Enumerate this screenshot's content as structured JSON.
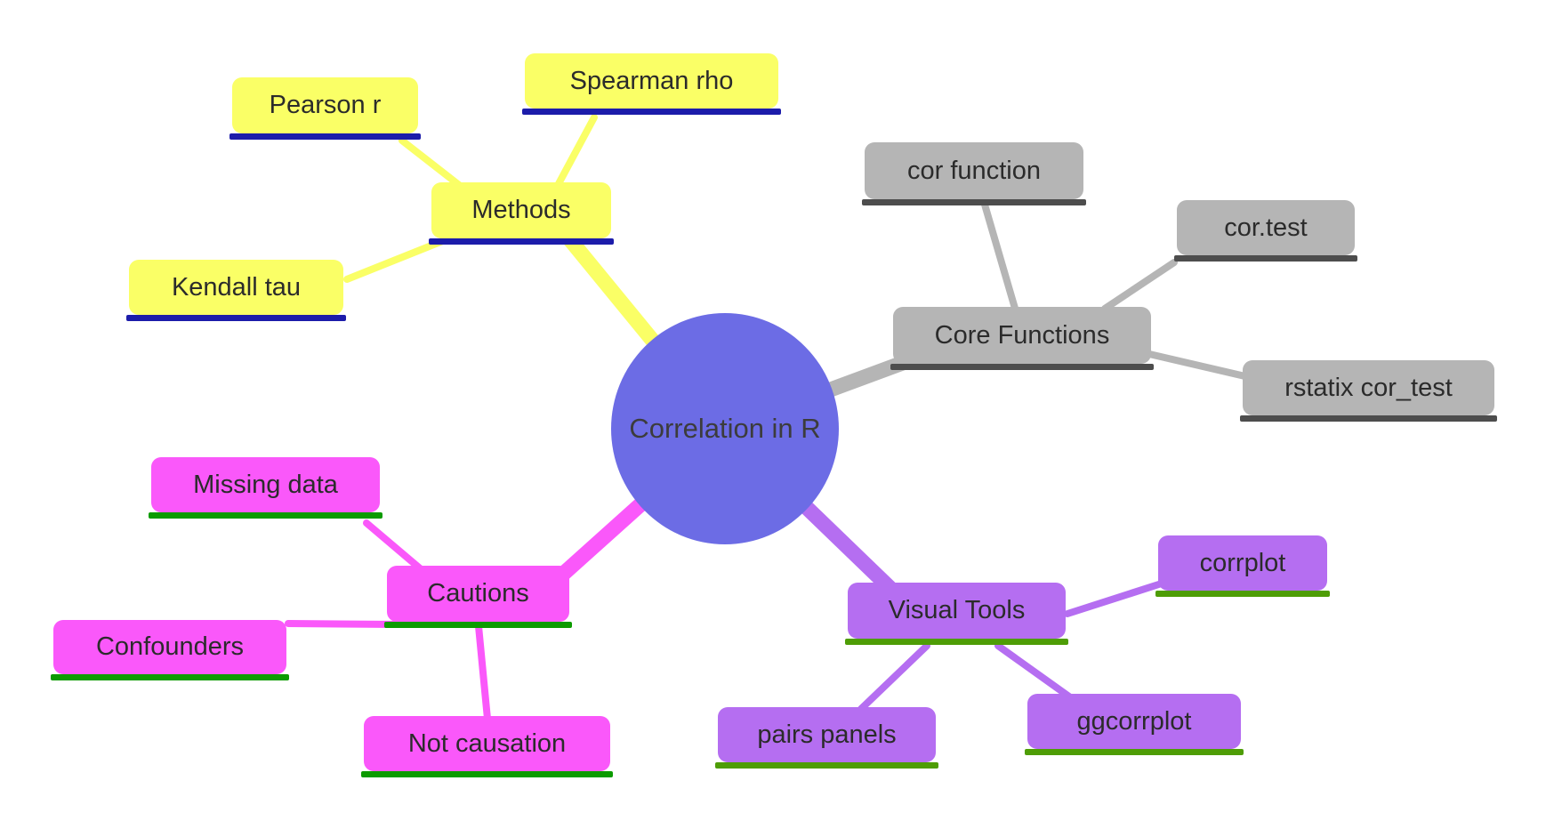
{
  "map": {
    "title": "Correlation in R",
    "center": {
      "label": "Correlation in R",
      "fill": "#6c6ce5",
      "text_color": "#3c3c3c"
    },
    "branches": [
      {
        "id": "methods",
        "label": "Methods",
        "fill": "#faff66",
        "underline": "#1c1caa",
        "children": [
          {
            "label": "Pearson r"
          },
          {
            "label": "Spearman rho"
          },
          {
            "label": "Kendall tau"
          }
        ]
      },
      {
        "id": "core-functions",
        "label": "Core Functions",
        "fill": "#b5b5b5",
        "underline": "#4d4d4d",
        "children": [
          {
            "label": "cor function"
          },
          {
            "label": "cor.test"
          },
          {
            "label": "rstatix cor_test"
          }
        ]
      },
      {
        "id": "cautions",
        "label": "Cautions",
        "fill": "#fa58fa",
        "underline": "#0c9b00",
        "children": [
          {
            "label": "Missing data"
          },
          {
            "label": "Confounders"
          },
          {
            "label": "Not causation"
          }
        ]
      },
      {
        "id": "visual-tools",
        "label": "Visual Tools",
        "fill": "#b56ef1",
        "underline": "#4e9d06",
        "children": [
          {
            "label": "corrplot"
          },
          {
            "label": "pairs panels"
          },
          {
            "label": "ggcorrplot"
          }
        ]
      }
    ]
  }
}
